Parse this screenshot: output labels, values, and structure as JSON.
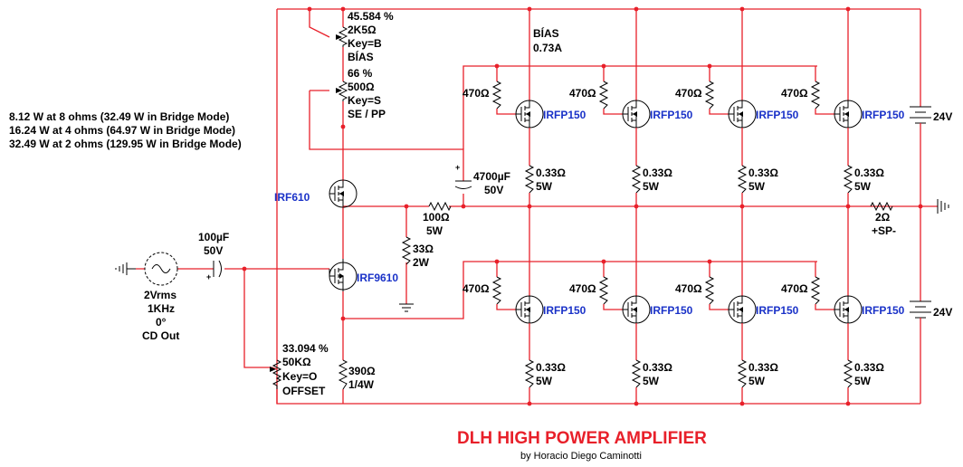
{
  "title": "DLH HIGH POWER AMPLIFIER",
  "author": "by Horacio Diego Caminotti",
  "power_ratings": [
    "8.12 W at 8 ohms (32.49 W in Bridge Mode)",
    "16.24 W at 4 ohms (64.97 W in Bridge Mode)",
    "32.49 W at 2 ohms (129.95 W in Bridge Mode)"
  ],
  "source": {
    "amplitude": "2Vrms",
    "frequency": "1KHz",
    "phase": "0°",
    "name": "CD Out"
  },
  "input_cap": {
    "value": "100µF",
    "voltage": "50V"
  },
  "pot_bias": {
    "percent": "45.584 %",
    "value": "2K5Ω",
    "key": "Key=B",
    "name": "BÍAS"
  },
  "pot_mode": {
    "percent": "66 %",
    "value": "500Ω",
    "key": "Key=S",
    "name": "SE / PP"
  },
  "pot_offset": {
    "percent": "33.094 %",
    "value": "50KΩ",
    "key": "Key=O",
    "name": "OFFSET"
  },
  "bias_current": {
    "label": "BÍAS",
    "value": "0.73A"
  },
  "driver_top": "IRF610",
  "driver_bottom": "IRF9610",
  "output_cap": {
    "value": "4700µF",
    "voltage": "50V"
  },
  "r_series": {
    "value": "100Ω",
    "power": "5W"
  },
  "r_shunt": {
    "value": "33Ω",
    "power": "2W"
  },
  "r_bottom": {
    "value": "390Ω",
    "power": "1/4W"
  },
  "gate_resistor": "470Ω",
  "mosfet": "IRFP150",
  "source_resistor": {
    "value": "0.33Ω",
    "power": "5W"
  },
  "load": {
    "value": "2Ω",
    "name": "+SP-"
  },
  "supply_voltage": "24V"
}
